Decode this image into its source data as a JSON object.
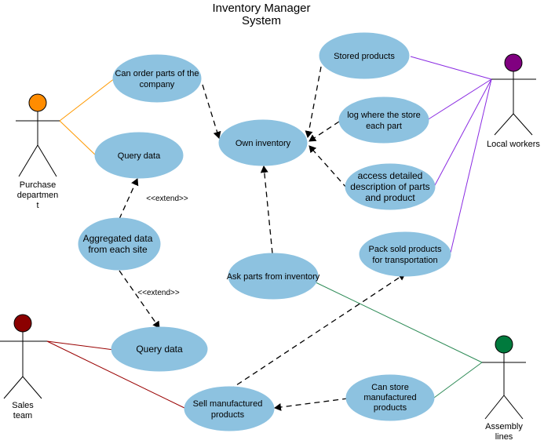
{
  "title": {
    "line1": "Inventory Manager",
    "line2": "System"
  },
  "colors": {
    "usecase_fill": "#8dc2e0",
    "purchase_head": "#ff8c00",
    "purchase_line": "#ff9900",
    "local_head": "#800080",
    "local_line": "#8a2be2",
    "sales_head": "#8b0000",
    "sales_line": "#990000",
    "assembly_head": "#007a3d",
    "assembly_line": "#2e8b57"
  },
  "actors": {
    "purchase": {
      "line1": "Purchase",
      "line2": "departmen",
      "line3": "t"
    },
    "local": {
      "line1": "Local workers"
    },
    "sales": {
      "line1": "Sales",
      "line2": "team"
    },
    "assembly": {
      "line1": "Assembly",
      "line2": "lines"
    }
  },
  "usecases": {
    "can_order": {
      "line1": "Can order parts of the",
      "line2": "company"
    },
    "query_top": {
      "line1": "Query data"
    },
    "aggregated": {
      "line1": "Aggregated data",
      "line2": "from each site"
    },
    "query_bottom": {
      "line1": "Query data"
    },
    "own_inventory": {
      "line1": "Own inventory"
    },
    "stored": {
      "line1": "Stored products"
    },
    "log_where": {
      "line1": "log where the store",
      "line2": "each part"
    },
    "access": {
      "line1": "access detailed",
      "line2": "description of parts",
      "line3": "and product"
    },
    "pack": {
      "line1": "Pack sold products",
      "line2": "for transportation"
    },
    "ask_parts": {
      "line1": "Ask parts from inventory"
    },
    "sell": {
      "line1": "Sell manufactured",
      "line2": "products"
    },
    "can_store": {
      "line1": "Can store",
      "line2": "manufactured",
      "line3": "products"
    }
  },
  "stereotypes": {
    "extend_top": "<<extend>>",
    "extend_bottom": "<<extend>>"
  }
}
